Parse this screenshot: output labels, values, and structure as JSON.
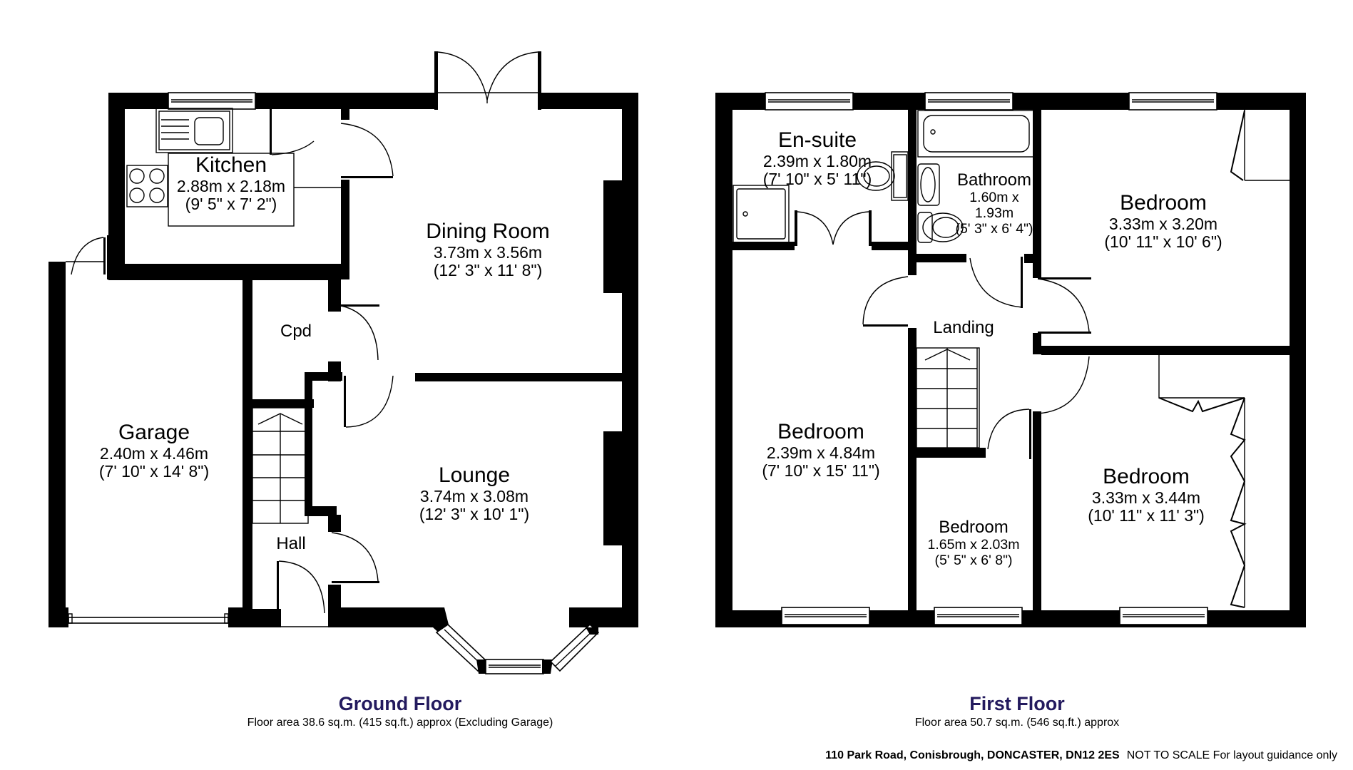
{
  "ground_floor": {
    "title": "Ground Floor",
    "area_note": "Floor area 38.6 sq.m. (415 sq.ft.) approx (Excluding Garage)",
    "rooms": [
      {
        "name": "Kitchen",
        "metric": "2.88m x 2.18m",
        "imperial": "(9' 5\" x 7' 2\")"
      },
      {
        "name": "Dining Room",
        "metric": "3.73m x 3.56m",
        "imperial": "(12' 3\" x 11' 8\")"
      },
      {
        "name": "Cpd"
      },
      {
        "name": "Garage",
        "metric": "2.40m x 4.46m",
        "imperial": "(7' 10\" x 14' 8\")"
      },
      {
        "name": "Lounge",
        "metric": "3.74m x 3.08m",
        "imperial": "(12' 3\" x 10' 1\")"
      },
      {
        "name": "Hall"
      }
    ]
  },
  "first_floor": {
    "title": "First Floor",
    "area_note": "Floor area 50.7 sq.m. (546 sq.ft.) approx",
    "rooms": [
      {
        "name": "En-suite",
        "metric": "2.39m x 1.80m",
        "imperial": "(7' 10\" x 5' 11\")"
      },
      {
        "name": "Bathroom",
        "metric_line1": "1.60m x",
        "metric_line2": "1.93m",
        "imperial": "(5' 3\" x 6' 4\")"
      },
      {
        "name": "Bedroom",
        "metric": "3.33m x 3.20m",
        "imperial": "(10' 11\" x 10' 6\")"
      },
      {
        "name": "Landing"
      },
      {
        "name": "Bedroom",
        "metric": "2.39m x 4.84m",
        "imperial": "(7' 10\" x 15' 11\")"
      },
      {
        "name": "Bedroom",
        "metric": "1.65m x 2.03m",
        "imperial": "(5' 5\" x 6' 8\")"
      },
      {
        "name": "Bedroom",
        "metric": "3.33m x 3.44m",
        "imperial": "(10' 11\" x 11' 3\")"
      }
    ]
  },
  "footer": {
    "address": "110 Park Road, Conisbrough, DONCASTER, DN12 2ES",
    "disclaimer": "NOT TO SCALE For layout guidance only"
  },
  "colors": {
    "walls": "#000000",
    "caption_title": "#231a5e",
    "background": "#ffffff"
  }
}
